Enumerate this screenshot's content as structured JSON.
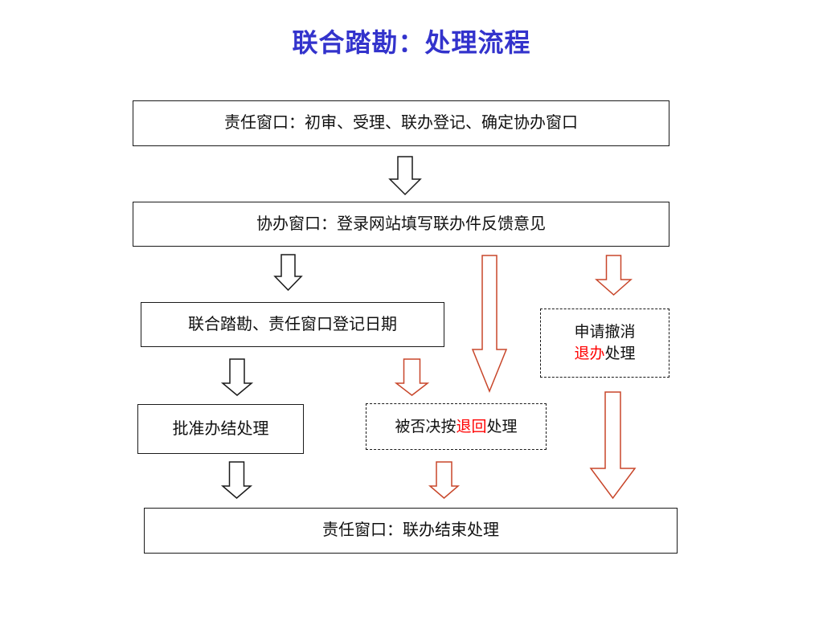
{
  "title": {
    "text": "联合踏勘：处理流程"
  },
  "colors": {
    "title_blue": "#3333cc",
    "text_black": "#111111",
    "red_text": "#ff0000",
    "arrow_black": "#1a1a1a",
    "arrow_red": "#c8462a",
    "box_border": "#1a1a1a",
    "background": "#ffffff"
  },
  "boxes": {
    "step1": {
      "text": "责任窗口：初审、受理、联办登记、确定协办窗口"
    },
    "step2": {
      "text": "协办窗口：登录网站填写联办件反馈意见"
    },
    "step3": {
      "text": "联合踏勘、责任窗口登记日期"
    },
    "cancel": {
      "line1": "申请撤消",
      "line2_red": "退办",
      "line2_rest": "处理"
    },
    "approve": {
      "text": "批准办结处理"
    },
    "reject": {
      "pre": "被否决按",
      "red": "退回",
      "post": "处理"
    },
    "end": {
      "text": "责任窗口：联办结束处理"
    }
  }
}
